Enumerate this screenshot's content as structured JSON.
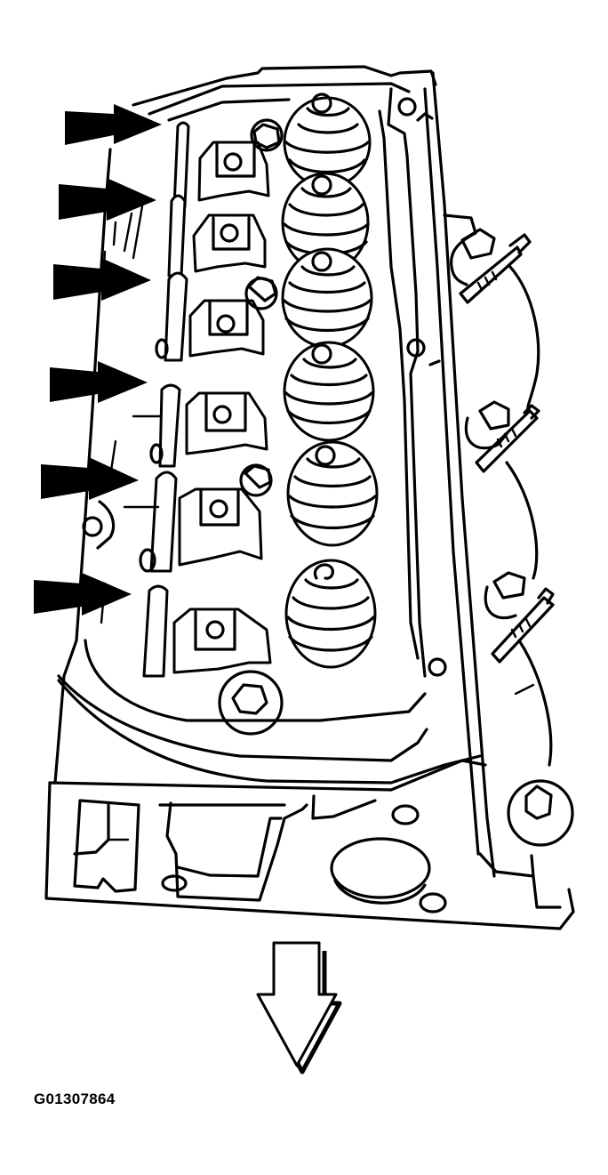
{
  "figure": {
    "id_label": "G01307864",
    "subject": "cylinder-head-with-pushrods",
    "callout_arrows": {
      "count": 6,
      "style": "solid-black",
      "color": "#000000",
      "targets": [
        "pushrod-1",
        "pushrod-2",
        "pushrod-3",
        "pushrod-4",
        "pushrod-5",
        "pushrod-6"
      ]
    },
    "direction_arrow": {
      "style": "outline",
      "direction": "down"
    },
    "colors": {
      "line": "#000000",
      "background": "#ffffff"
    }
  }
}
